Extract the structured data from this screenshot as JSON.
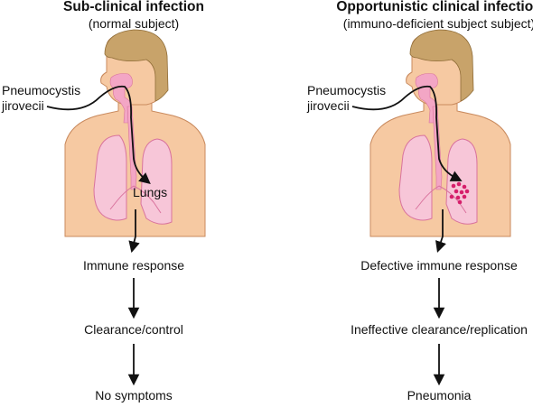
{
  "colors": {
    "skin": "#f6c9a2",
    "skin_outline": "#c98a5e",
    "hair": "#c8a36a",
    "hair_outline": "#8f6c37",
    "airway": "#f3a6c5",
    "lung": "#f7c6d8",
    "lung_outline": "#d9739d",
    "pathogen": "#d61f6b",
    "line": "#111111"
  },
  "left_panel": {
    "title": "Sub-clinical infection",
    "subtitle": "(normal subject)",
    "organism_line1": "Pneumocystis",
    "organism_line2": "jirovecii",
    "organ_label": "Lungs",
    "steps": [
      "Immune response",
      "Clearance/control",
      "No symptoms"
    ]
  },
  "right_panel": {
    "title": "Opportunistic clinical infection",
    "subtitle": "(immuno-deficient subject subject)",
    "organism_line1": "Pneumocystis",
    "organism_line2": "jirovecii",
    "steps": [
      "Defective immune response",
      "Ineffective clearance/replication",
      "Pneumonia"
    ]
  }
}
